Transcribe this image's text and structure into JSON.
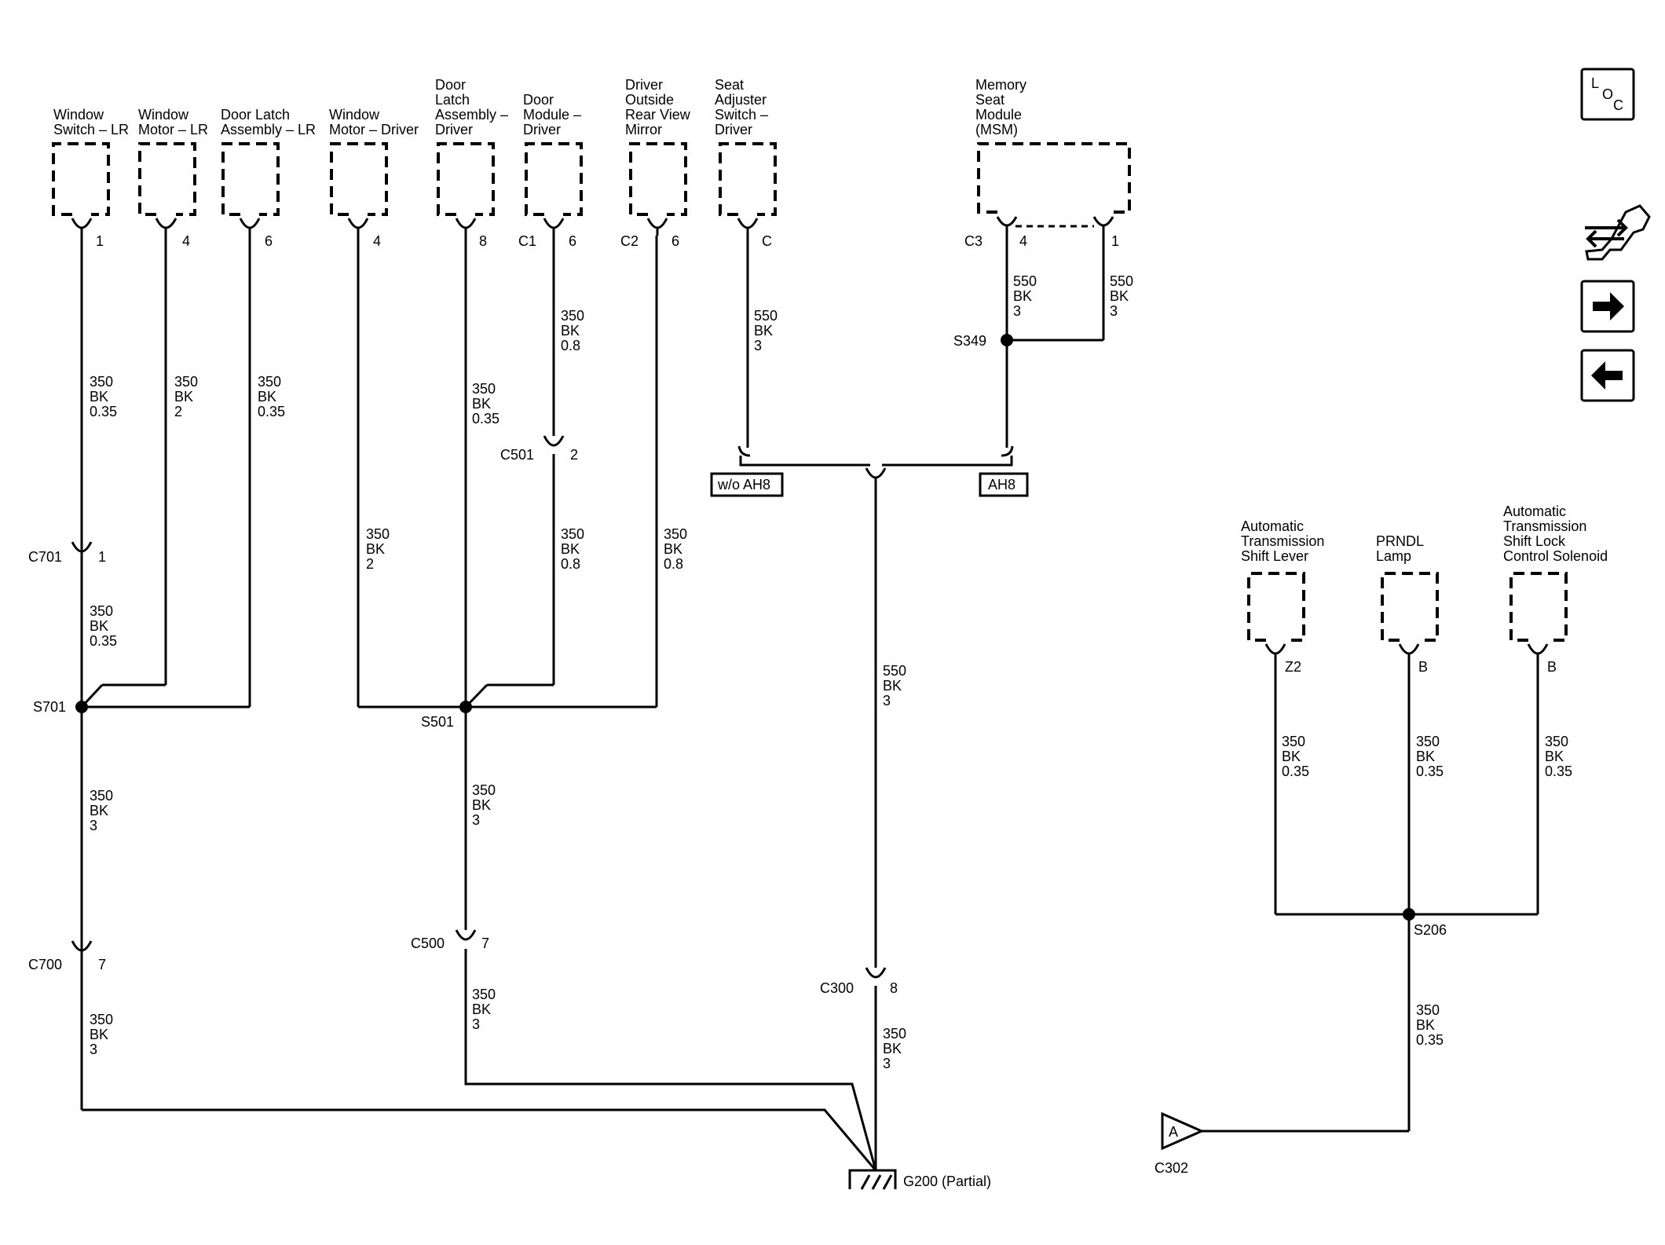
{
  "components": {
    "window_switch_lr": [
      "Window",
      "Switch – LR"
    ],
    "window_motor_lr": [
      "Window",
      "Motor – LR"
    ],
    "door_latch_lr": [
      "Door Latch",
      "Assembly – LR"
    ],
    "window_motor_driver": [
      "Window",
      "Motor – Driver"
    ],
    "door_latch_driver": [
      "Door",
      "Latch",
      "Assembly –",
      "Driver"
    ],
    "door_module_driver": [
      "Door",
      "Module –",
      "Driver"
    ],
    "mirror_driver": [
      "Driver",
      "Outside",
      "Rear View",
      "Mirror"
    ],
    "seat_adjuster_driver": [
      "Seat",
      "Adjuster",
      "Switch –",
      "Driver"
    ],
    "msm": [
      "Memory",
      "Seat",
      "Module",
      "(MSM)"
    ],
    "shift_lever": [
      "Automatic",
      "Transmission",
      "Shift Lever"
    ],
    "prndl_lamp": [
      "PRNDL",
      "Lamp"
    ],
    "shift_lock_solenoid": [
      "Automatic",
      "Transmission",
      "Shift Lock",
      "Control Solenoid"
    ]
  },
  "pins": {
    "p1": "1",
    "p4a": "4",
    "p6a": "6",
    "p4b": "4",
    "p8": "8",
    "c1": "C1",
    "p6b": "6",
    "c2": "C2",
    "p6c": "6",
    "pc": "C",
    "c3": "C3",
    "p4c": "4",
    "p1b": "1",
    "z2": "Z2",
    "pb1": "B",
    "pb2": "B"
  },
  "wires": {
    "w1": [
      "350",
      "BK",
      "0.35"
    ],
    "w2": [
      "350",
      "BK",
      "2"
    ],
    "w3": [
      "350",
      "BK",
      "0.35"
    ],
    "w4": [
      "350",
      "BK",
      "2"
    ],
    "w5": [
      "350",
      "BK",
      "0.35"
    ],
    "w6": [
      "350",
      "BK",
      "0.8"
    ],
    "w7": [
      "350",
      "BK",
      "0.8"
    ],
    "w8": [
      "350",
      "BK",
      "0.8"
    ],
    "w9": [
      "550",
      "BK",
      "3"
    ],
    "w10": [
      "550",
      "BK",
      "3"
    ],
    "w11": [
      "550",
      "BK",
      "3"
    ],
    "w12": [
      "350",
      "BK",
      "0.35"
    ],
    "w13": [
      "350",
      "BK",
      "3"
    ],
    "w14": [
      "350",
      "BK",
      "3"
    ],
    "w15": [
      "350",
      "BK",
      "3"
    ],
    "w16": [
      "350",
      "BK",
      "3"
    ],
    "w17": [
      "550",
      "BK",
      "3"
    ],
    "w18": [
      "350",
      "BK",
      "3"
    ],
    "w19": [
      "350",
      "BK",
      "0.35"
    ],
    "w20": [
      "350",
      "BK",
      "0.35"
    ],
    "w21": [
      "350",
      "BK",
      "0.35"
    ],
    "w22": [
      "350",
      "BK",
      "0.35"
    ]
  },
  "connectors": {
    "c701": "C701",
    "c701_pin": "1",
    "c501": "C501",
    "c501_pin": "2",
    "c700": "C700",
    "c700_pin": "7",
    "c500": "C500",
    "c500_pin": "7",
    "c300": "C300",
    "c300_pin": "8",
    "c302": "C302"
  },
  "splices": {
    "s701": "S701",
    "s501": "S501",
    "s349": "S349",
    "s206": "S206"
  },
  "options": {
    "without_ah8": "w/o AH8",
    "ah8": "AH8"
  },
  "ground": "G200 (Partial)",
  "offpage_ref": "A",
  "nav": {
    "loc_letters": [
      "L",
      "O",
      "C"
    ],
    "icons": [
      "wrench-arrows-icon",
      "arrow-right-icon",
      "arrow-left-icon"
    ]
  }
}
